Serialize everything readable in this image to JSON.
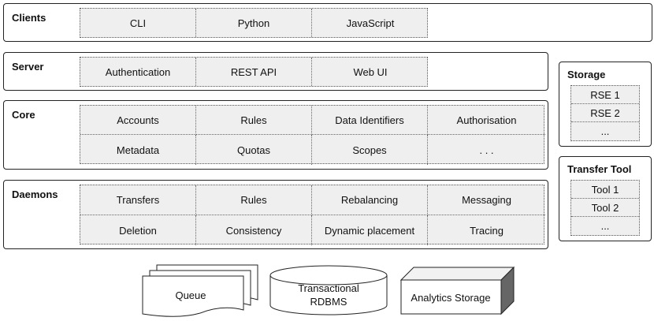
{
  "layers": {
    "clients": {
      "title": "Clients",
      "items": [
        "CLI",
        "Python",
        "JavaScript"
      ]
    },
    "server": {
      "title": "Server",
      "items": [
        "Authentication",
        "REST API",
        "Web UI"
      ]
    },
    "core": {
      "title": "Core",
      "items": [
        "Accounts",
        "Rules",
        "Data Identifiers",
        "Authorisation",
        "Metadata",
        "Quotas",
        "Scopes",
        ". . ."
      ]
    },
    "daemons": {
      "title": "Daemons",
      "items": [
        "Transfers",
        "Rules",
        "Rebalancing",
        "Messaging",
        "Deletion",
        "Consistency",
        "Dynamic placement",
        "Tracing"
      ]
    }
  },
  "storage": {
    "title": "Storage",
    "items": [
      "RSE 1",
      "RSE 2",
      "..."
    ]
  },
  "transfer_tool": {
    "title": "Transfer Tool",
    "items": [
      "Tool 1",
      "Tool 2",
      "..."
    ]
  },
  "backends": {
    "queue": "Queue",
    "rdbms_line1": "Transactional",
    "rdbms_line2": "RDBMS",
    "analytics": "Analytics Storage"
  }
}
